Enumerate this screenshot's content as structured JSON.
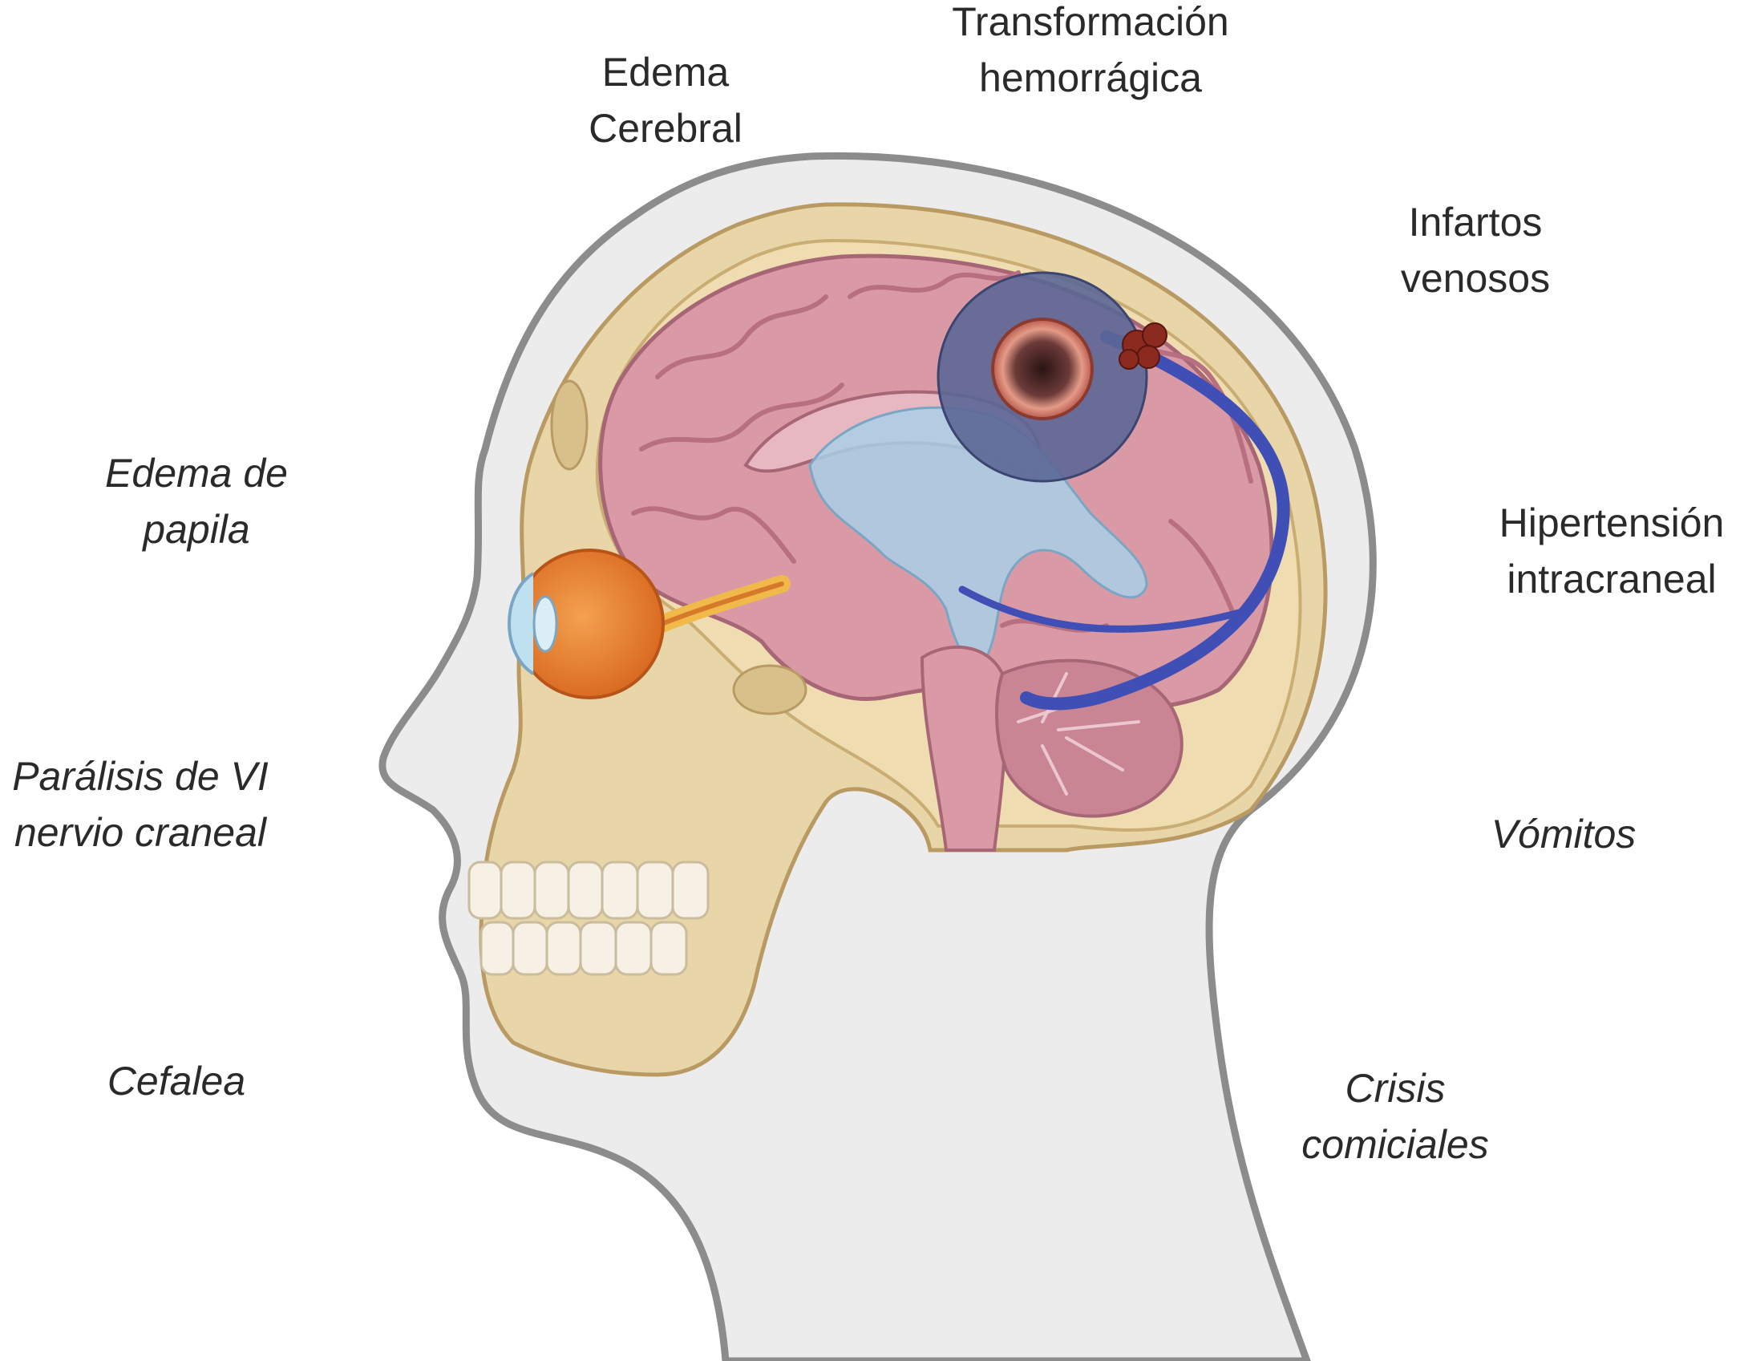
{
  "labels": {
    "edema_cerebral": {
      "line1": "Edema",
      "line2": "Cerebral"
    },
    "transformacion": {
      "line1": "Transformación",
      "line2": "hemorrágica"
    },
    "infartos": {
      "line1": "Infartos",
      "line2": "venosos"
    },
    "hipertension": {
      "line1": "Hipertensión",
      "line2": "intracraneal"
    },
    "vomitos": {
      "line1": "Vómitos"
    },
    "crisis": {
      "line1": "Crisis",
      "line2": "comiciales"
    },
    "cefalea": {
      "line1": "Cefalea"
    },
    "paralisis": {
      "line1": "Parálisis de VI",
      "line2": "nervio craneal"
    },
    "papila": {
      "line1": "Edema de",
      "line2": "papila"
    }
  },
  "colors": {
    "head_outline": "#8c8c8c",
    "skin": "#ececec",
    "bone": "#e8d6a8",
    "brain": "#d99aa6",
    "brain_fold": "#b86f80",
    "ventricle": "#a9cfe6",
    "lesion_zone": "#5b6796",
    "vein": "#3f4fb5",
    "eye": "#e8862f",
    "hemorrhage": "#8b2a1f"
  }
}
